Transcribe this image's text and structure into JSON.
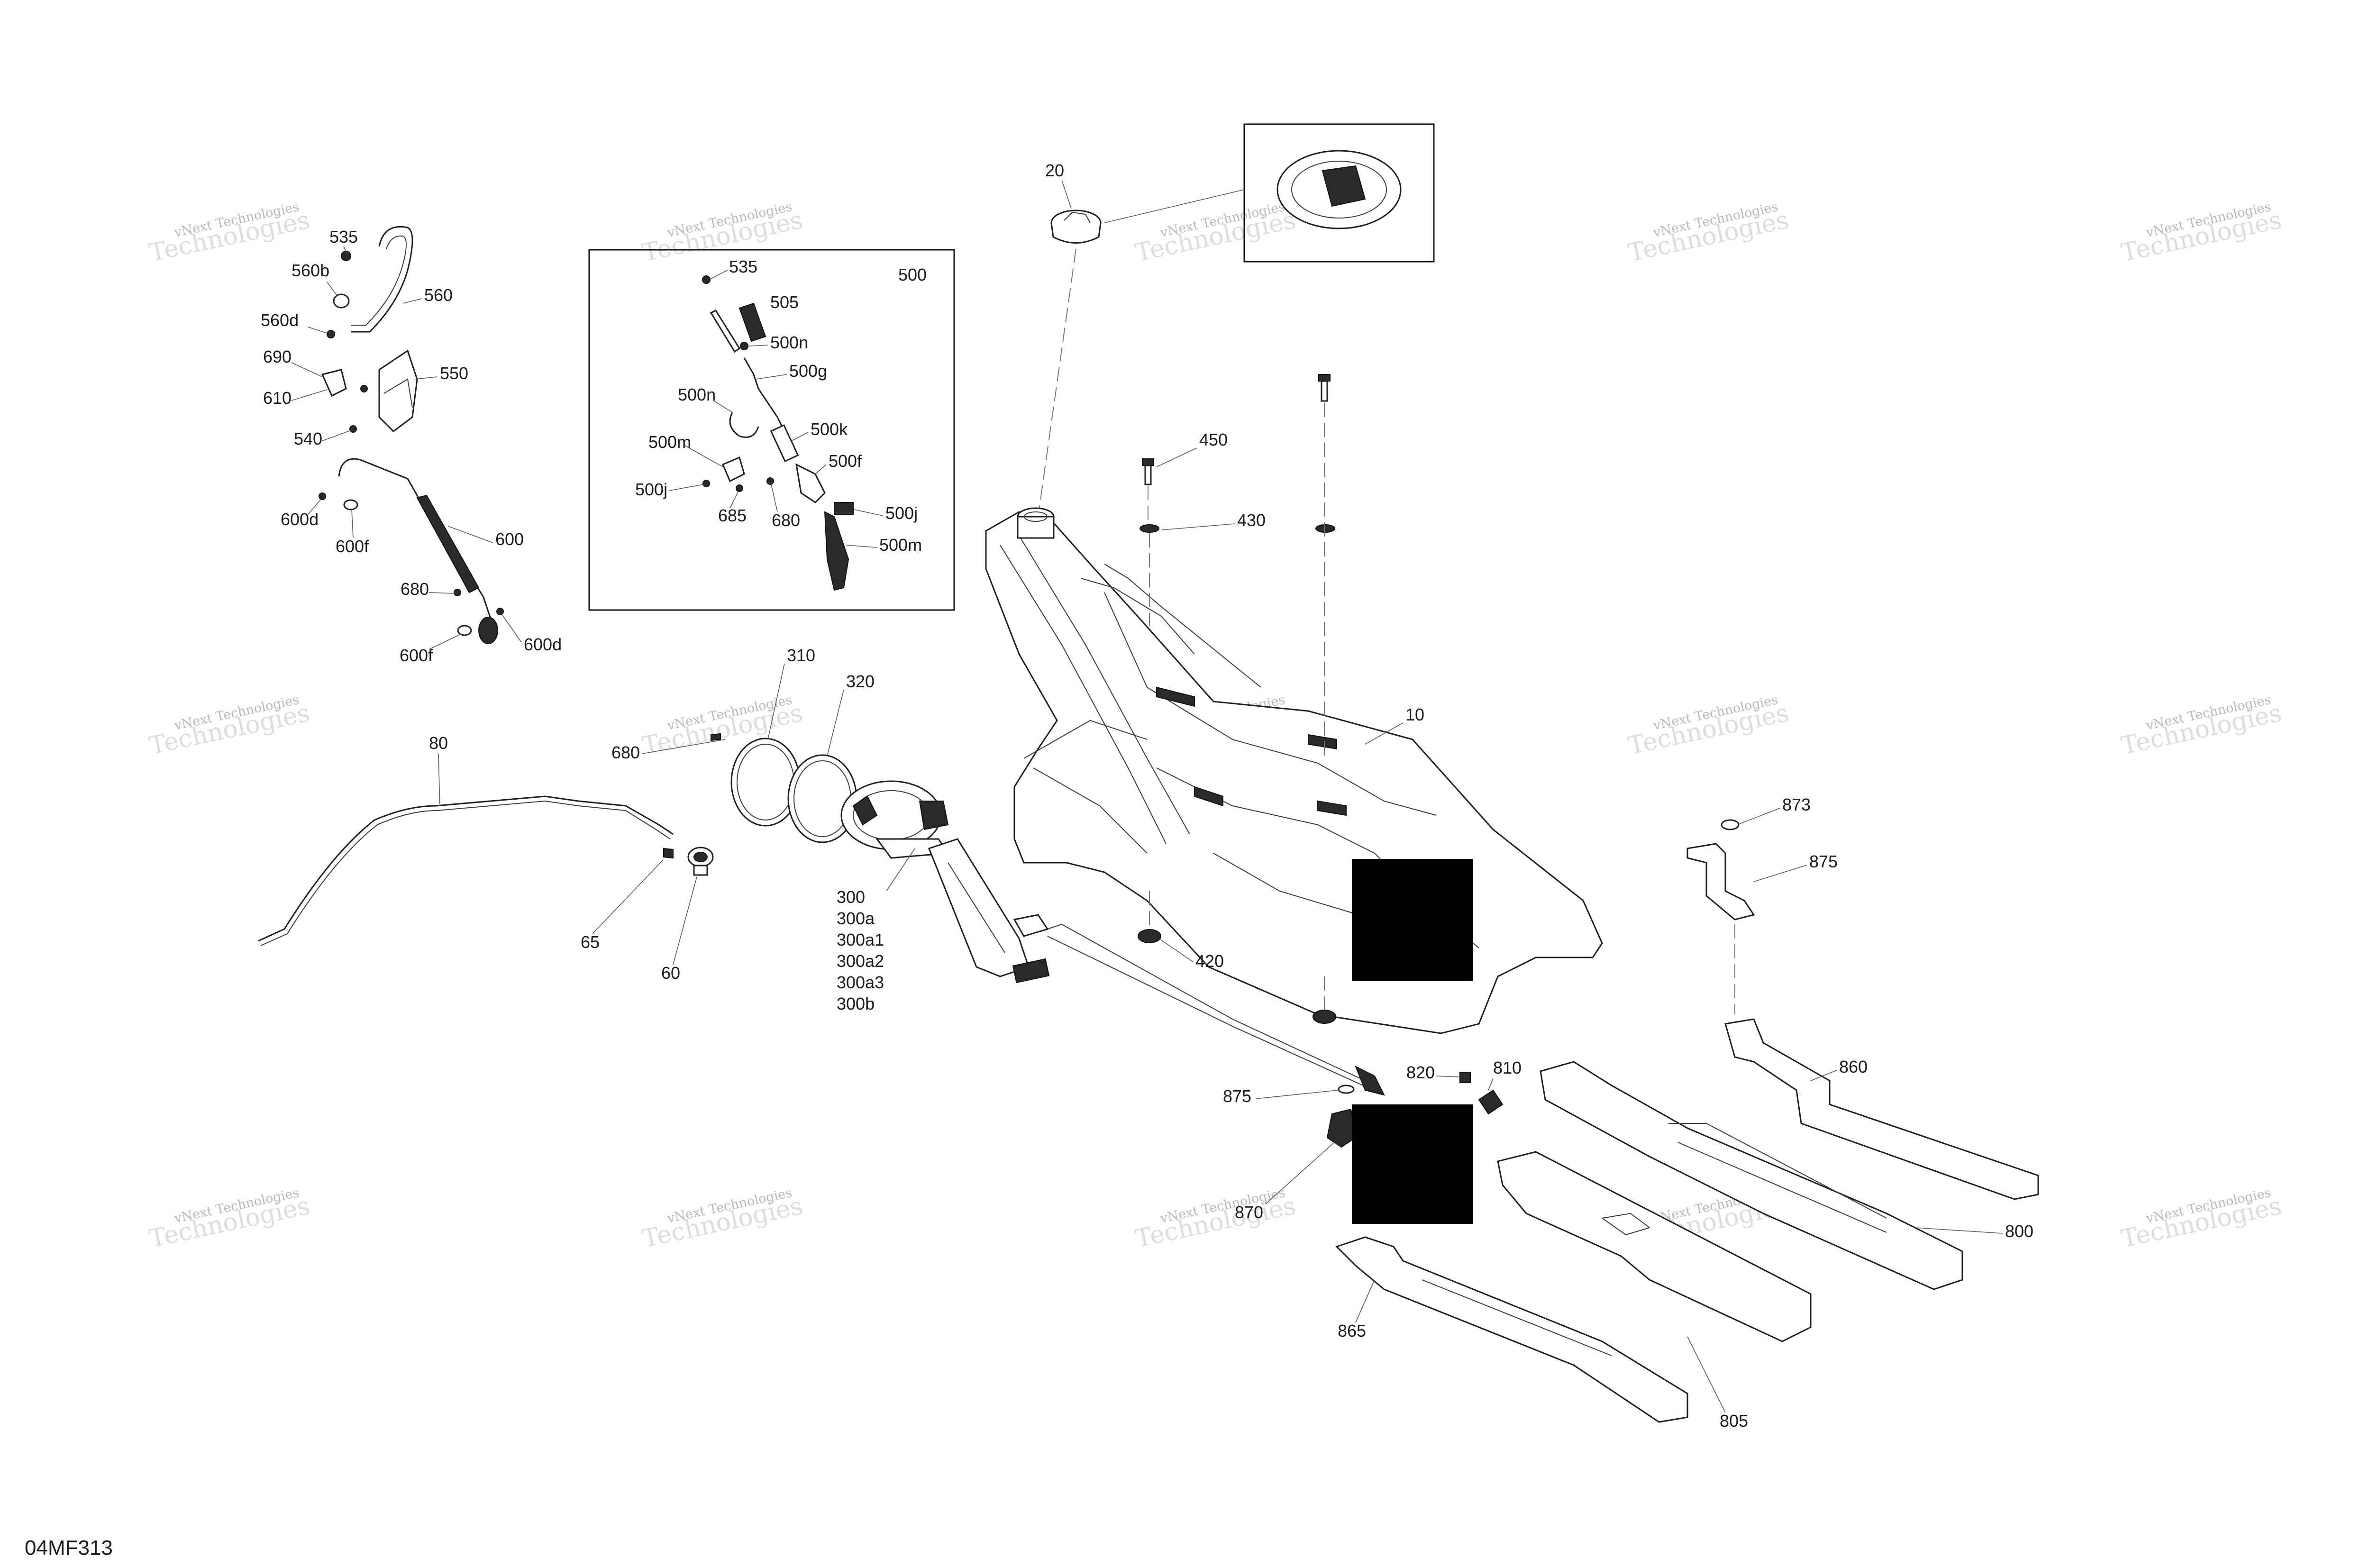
{
  "drawing_code": "04MF313",
  "watermark": {
    "line1": "vNext Technologies",
    "line2": "Technologies"
  },
  "inset_box_label": "500",
  "labels": {
    "l_20": "20",
    "l_450": "450",
    "l_430": "430",
    "l_10": "10",
    "l_420": "420",
    "l_873": "873",
    "l_875a": "875",
    "l_860": "860",
    "l_800": "800",
    "l_805": "805",
    "l_865": "865",
    "l_870": "870",
    "l_875b": "875",
    "l_820": "820",
    "l_810": "810",
    "l_310": "310",
    "l_320": "320",
    "l_680c": "680",
    "l_300": "300",
    "l_300a": "300a",
    "l_300a1": "300a1",
    "l_300a2": "300a2",
    "l_300a3": "300a3",
    "l_300b": "300b",
    "l_80": "80",
    "l_65": "65",
    "l_60": "60",
    "l_535": "535",
    "l_560b": "560b",
    "l_560": "560",
    "l_560d": "560d",
    "l_690": "690",
    "l_550": "550",
    "l_610": "610",
    "l_540": "540",
    "l_600d": "600d",
    "l_600f": "600f",
    "l_600": "600",
    "l_680": "680",
    "l_600f2": "600f",
    "l_600d2": "600d",
    "i_535": "535",
    "i_505": "505",
    "i_500n": "500n",
    "i_500g": "500g",
    "i_500n2": "500n",
    "i_500k": "500k",
    "i_500m": "500m",
    "i_500f": "500f",
    "i_500j": "500j",
    "i_685": "685",
    "i_680": "680",
    "i_500j2": "500j",
    "i_500m2": "500m"
  }
}
